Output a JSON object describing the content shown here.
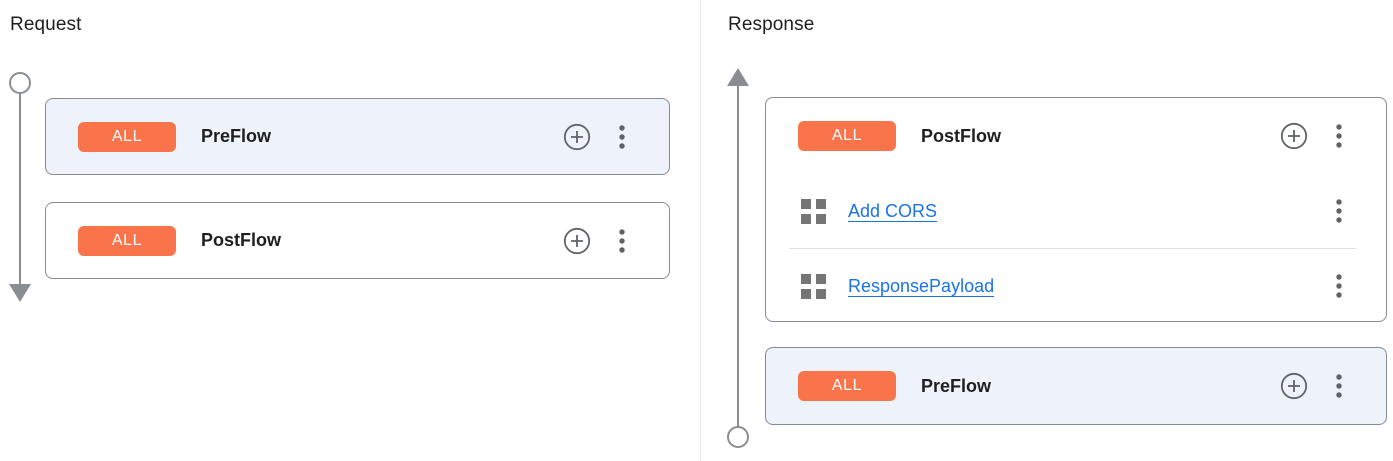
{
  "request_panel": {
    "title": "Request",
    "flow_direction": "down",
    "cards": [
      {
        "badge": "ALL",
        "label": "PreFlow",
        "selected": true,
        "policies": []
      },
      {
        "badge": "ALL",
        "label": "PostFlow",
        "selected": false,
        "policies": []
      }
    ]
  },
  "response_panel": {
    "title": "Response",
    "flow_direction": "up",
    "cards": [
      {
        "badge": "ALL",
        "label": "PostFlow",
        "selected": false,
        "policies": [
          {
            "name": "Add CORS"
          },
          {
            "name": "ResponsePayload"
          }
        ]
      },
      {
        "badge": "ALL",
        "label": "PreFlow",
        "selected": true,
        "policies": []
      }
    ]
  },
  "icons": {
    "add_step": "plus-circle",
    "card_menu": "three-dot-vertical-menu",
    "policy": "four-squares-grid",
    "timeline_start": "hollow-circle",
    "timeline_end": "arrowhead"
  },
  "colors": {
    "badge_orange": "#F9734B",
    "link_blue": "#1A73E8",
    "selected_card_bg": "#EDF2FB",
    "card_border": "#868C94",
    "icon_gray": "#5F6368",
    "timeline_gray": "#8A8E93"
  }
}
